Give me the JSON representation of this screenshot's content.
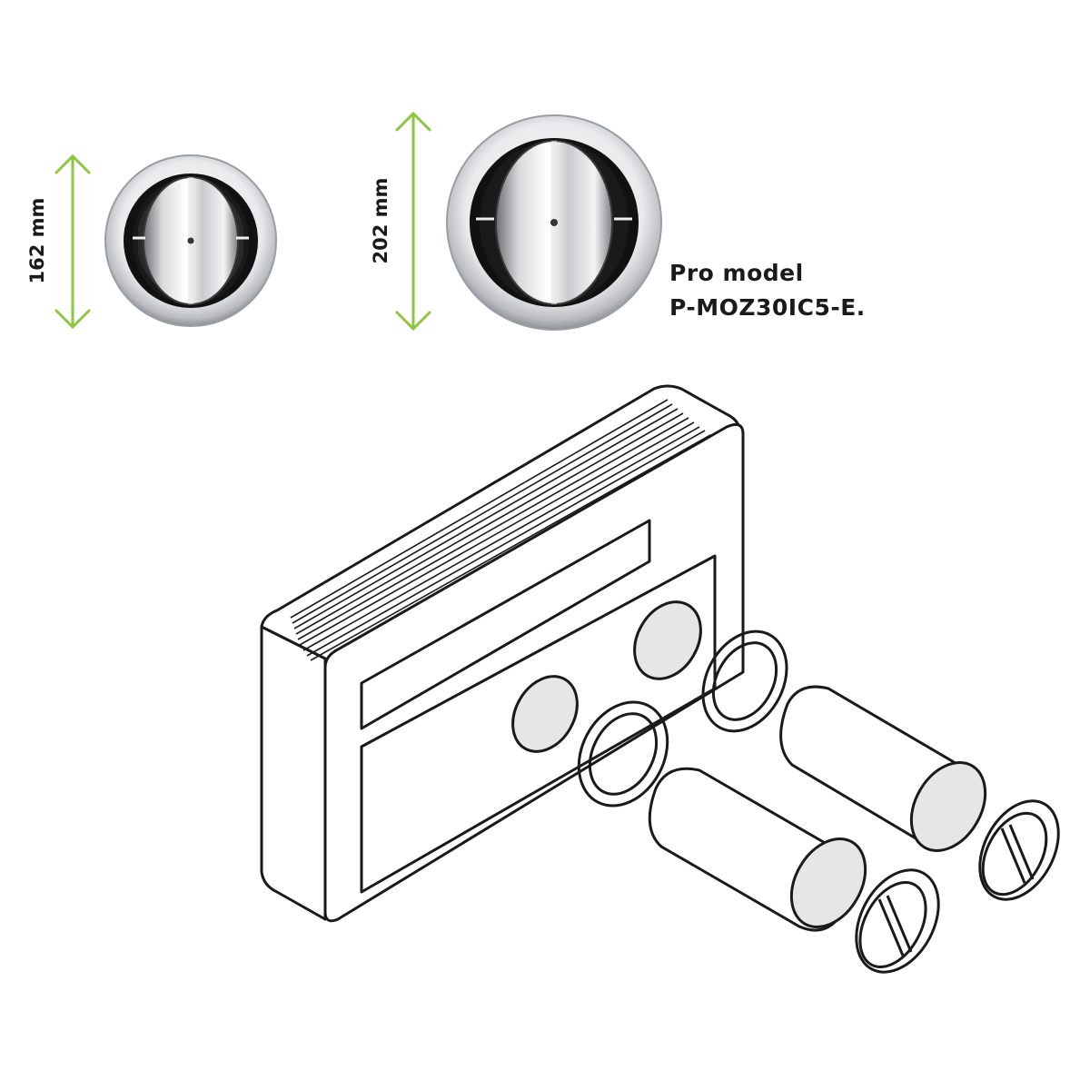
{
  "dimensions": {
    "small_height": "162 mm",
    "large_height": "202 mm"
  },
  "caption": {
    "line1": "Pro model",
    "line2": "P-MOZ30IC5-E."
  },
  "colors": {
    "arrow": "#8dc63f",
    "outline": "#1a1a1a",
    "vent_fill": "#e6e6e6"
  },
  "icons": {
    "vent_grille": "round-ventilation-grille-icon"
  }
}
